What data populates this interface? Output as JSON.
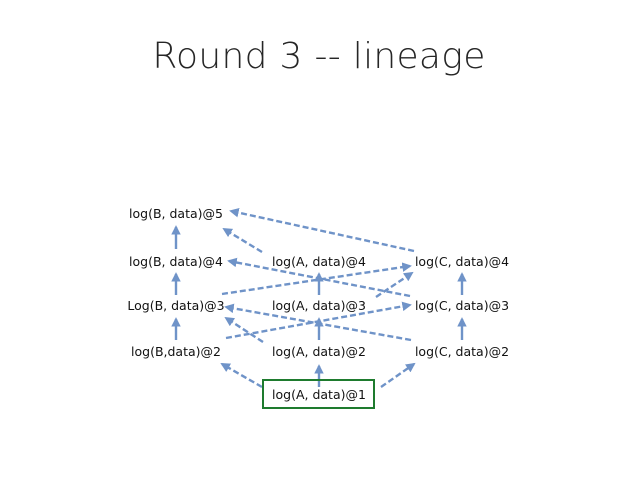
{
  "slide": {
    "title": "Round 3 -- lineage"
  },
  "diagram": {
    "nodes": {
      "b5": "log(B, data)@5",
      "b4": "log(B, data)@4",
      "a4": "log(A, data)@4",
      "c4": "log(C, data)@4",
      "b3": "Log(B, data)@3",
      "a3": "log(A, data)@3",
      "c3": "log(C, data)@3",
      "b2": "log(B,data)@2",
      "a2": "log(A, data)@2",
      "c2": "log(C, data)@2",
      "a1": "log(A, data)@1"
    },
    "root_node": "a1",
    "colors": {
      "arrow": "#6f93c8",
      "root_border": "#1e7b2e"
    }
  }
}
